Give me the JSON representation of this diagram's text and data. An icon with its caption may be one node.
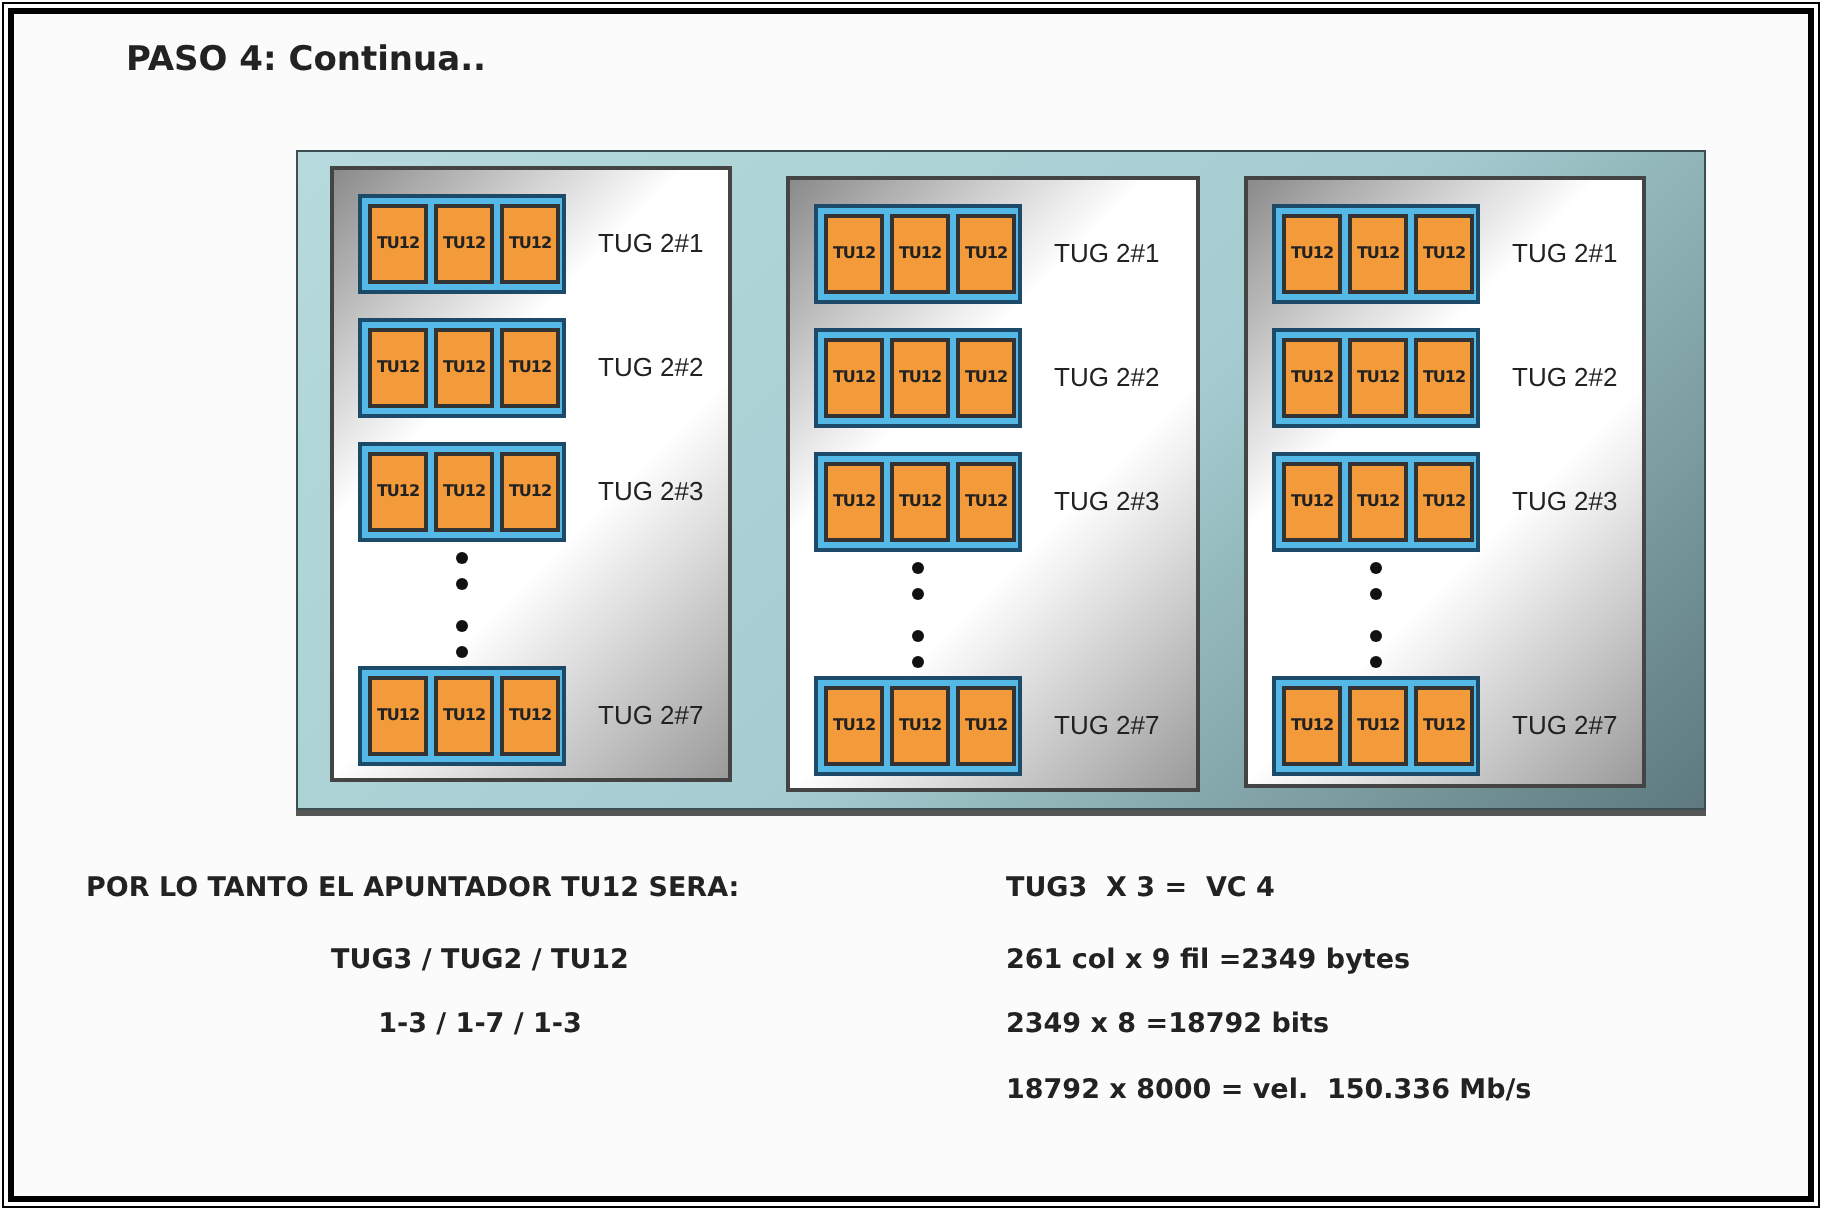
{
  "diagram": {
    "title": "PASO 4: Continua..",
    "nodes": [
      {
        "text": [],
        "shape": "box"
      },
      {
        "text": [],
        "shape": "box",
        "in": 0
      },
      {
        "text": [],
        "shape": "box",
        "in": 1,
        "beside": [
          "TUG 2#1"
        ]
      },
      {
        "text": [
          "TU12"
        ],
        "in": 2
      },
      {
        "text": [
          "TU12"
        ],
        "in": 2
      },
      {
        "text": [
          "TU12"
        ],
        "in": 2
      },
      {
        "text": [],
        "shape": "box",
        "in": 1,
        "beside": [
          "TUG 2#2"
        ]
      },
      {
        "text": [
          "TU12"
        ],
        "in": 6
      },
      {
        "text": [
          "TU12"
        ],
        "in": 6
      },
      {
        "text": [
          "TU12"
        ],
        "in": 6
      },
      {
        "text": [],
        "shape": "box",
        "in": 1,
        "beside": [
          "TUG 2#3"
        ]
      },
      {
        "text": [
          "TU12"
        ],
        "in": 10
      },
      {
        "text": [
          "TU12"
        ],
        "in": 10
      },
      {
        "text": [
          "TU12"
        ],
        "in": 10
      },
      {
        "text": [],
        "shape": "box",
        "in": 1,
        "beside": [
          "TUG 2#7"
        ]
      },
      {
        "text": [
          "TU12"
        ],
        "in": 14
      },
      {
        "text": [
          "TU12"
        ],
        "in": 14
      },
      {
        "text": [
          "TU12"
        ],
        "in": 14
      },
      {
        "text": [],
        "shape": "box",
        "in": 0
      },
      {
        "text": [],
        "shape": "box",
        "in": 18,
        "beside": [
          "TUG 2#1"
        ]
      },
      {
        "text": [
          "TU12"
        ],
        "in": 19
      },
      {
        "text": [
          "TU12"
        ],
        "in": 19
      },
      {
        "text": [
          "TU12"
        ],
        "in": 19
      },
      {
        "text": [],
        "shape": "box",
        "in": 18,
        "beside": [
          "TUG 2#2"
        ]
      },
      {
        "text": [
          "TU12"
        ],
        "in": 23
      },
      {
        "text": [
          "TU12"
        ],
        "in": 23
      },
      {
        "text": [
          "TU12"
        ],
        "in": 23
      },
      {
        "text": [],
        "shape": "box",
        "in": 18,
        "beside": [
          "TUG 2#3"
        ]
      },
      {
        "text": [
          "TU12"
        ],
        "in": 27
      },
      {
        "text": [
          "TU12"
        ],
        "in": 27
      },
      {
        "text": [
          "TU12"
        ],
        "in": 27
      },
      {
        "text": [],
        "shape": "box",
        "in": 18,
        "beside": [
          "TUG 2#7"
        ]
      },
      {
        "text": [
          "TU12"
        ],
        "in": 31
      },
      {
        "text": [
          "TU12"
        ],
        "in": 31
      },
      {
        "text": [
          "TU12"
        ],
        "in": 31
      },
      {
        "text": [],
        "shape": "box",
        "in": 0
      },
      {
        "text": [],
        "shape": "box",
        "in": 35,
        "beside": [
          "TUG 2#1"
        ]
      },
      {
        "text": [
          "TU12"
        ],
        "in": 36
      },
      {
        "text": [
          "TU12"
        ],
        "in": 36
      },
      {
        "text": [
          "TU12"
        ],
        "in": 36
      },
      {
        "text": [],
        "shape": "box",
        "in": 35,
        "beside": [
          "TUG 2#2"
        ]
      },
      {
        "text": [
          "TU12"
        ],
        "in": 40
      },
      {
        "text": [
          "TU12"
        ],
        "in": 40
      },
      {
        "text": [
          "TU12"
        ],
        "in": 40
      },
      {
        "text": [],
        "shape": "box",
        "in": 35,
        "beside": [
          "TUG 2#3"
        ]
      },
      {
        "text": [
          "TU12"
        ],
        "in": 44
      },
      {
        "text": [
          "TU12"
        ],
        "in": 44
      },
      {
        "text": [
          "TU12"
        ],
        "in": 44
      },
      {
        "text": [],
        "shape": "box",
        "in": 35,
        "beside": [
          "TUG 2#7"
        ]
      },
      {
        "text": [
          "TU12"
        ],
        "in": 48
      },
      {
        "text": [
          "TU12"
        ],
        "in": 48
      },
      {
        "text": [
          "TU12"
        ],
        "in": 48
      }
    ],
    "labels": [
      "POR LO TANTO EL APUNTADOR TU12 SERA:",
      "TUG3  X 3 =  VC 4",
      "TUG3 / TUG2 / TU12",
      "261 col x 9 fil =2349 bytes",
      "1-3 / 1-7 / 1-3",
      "2349 x 8 =18792 bits",
      "18792 x 8000 = vel.  150.336 Mb/s"
    ]
  }
}
